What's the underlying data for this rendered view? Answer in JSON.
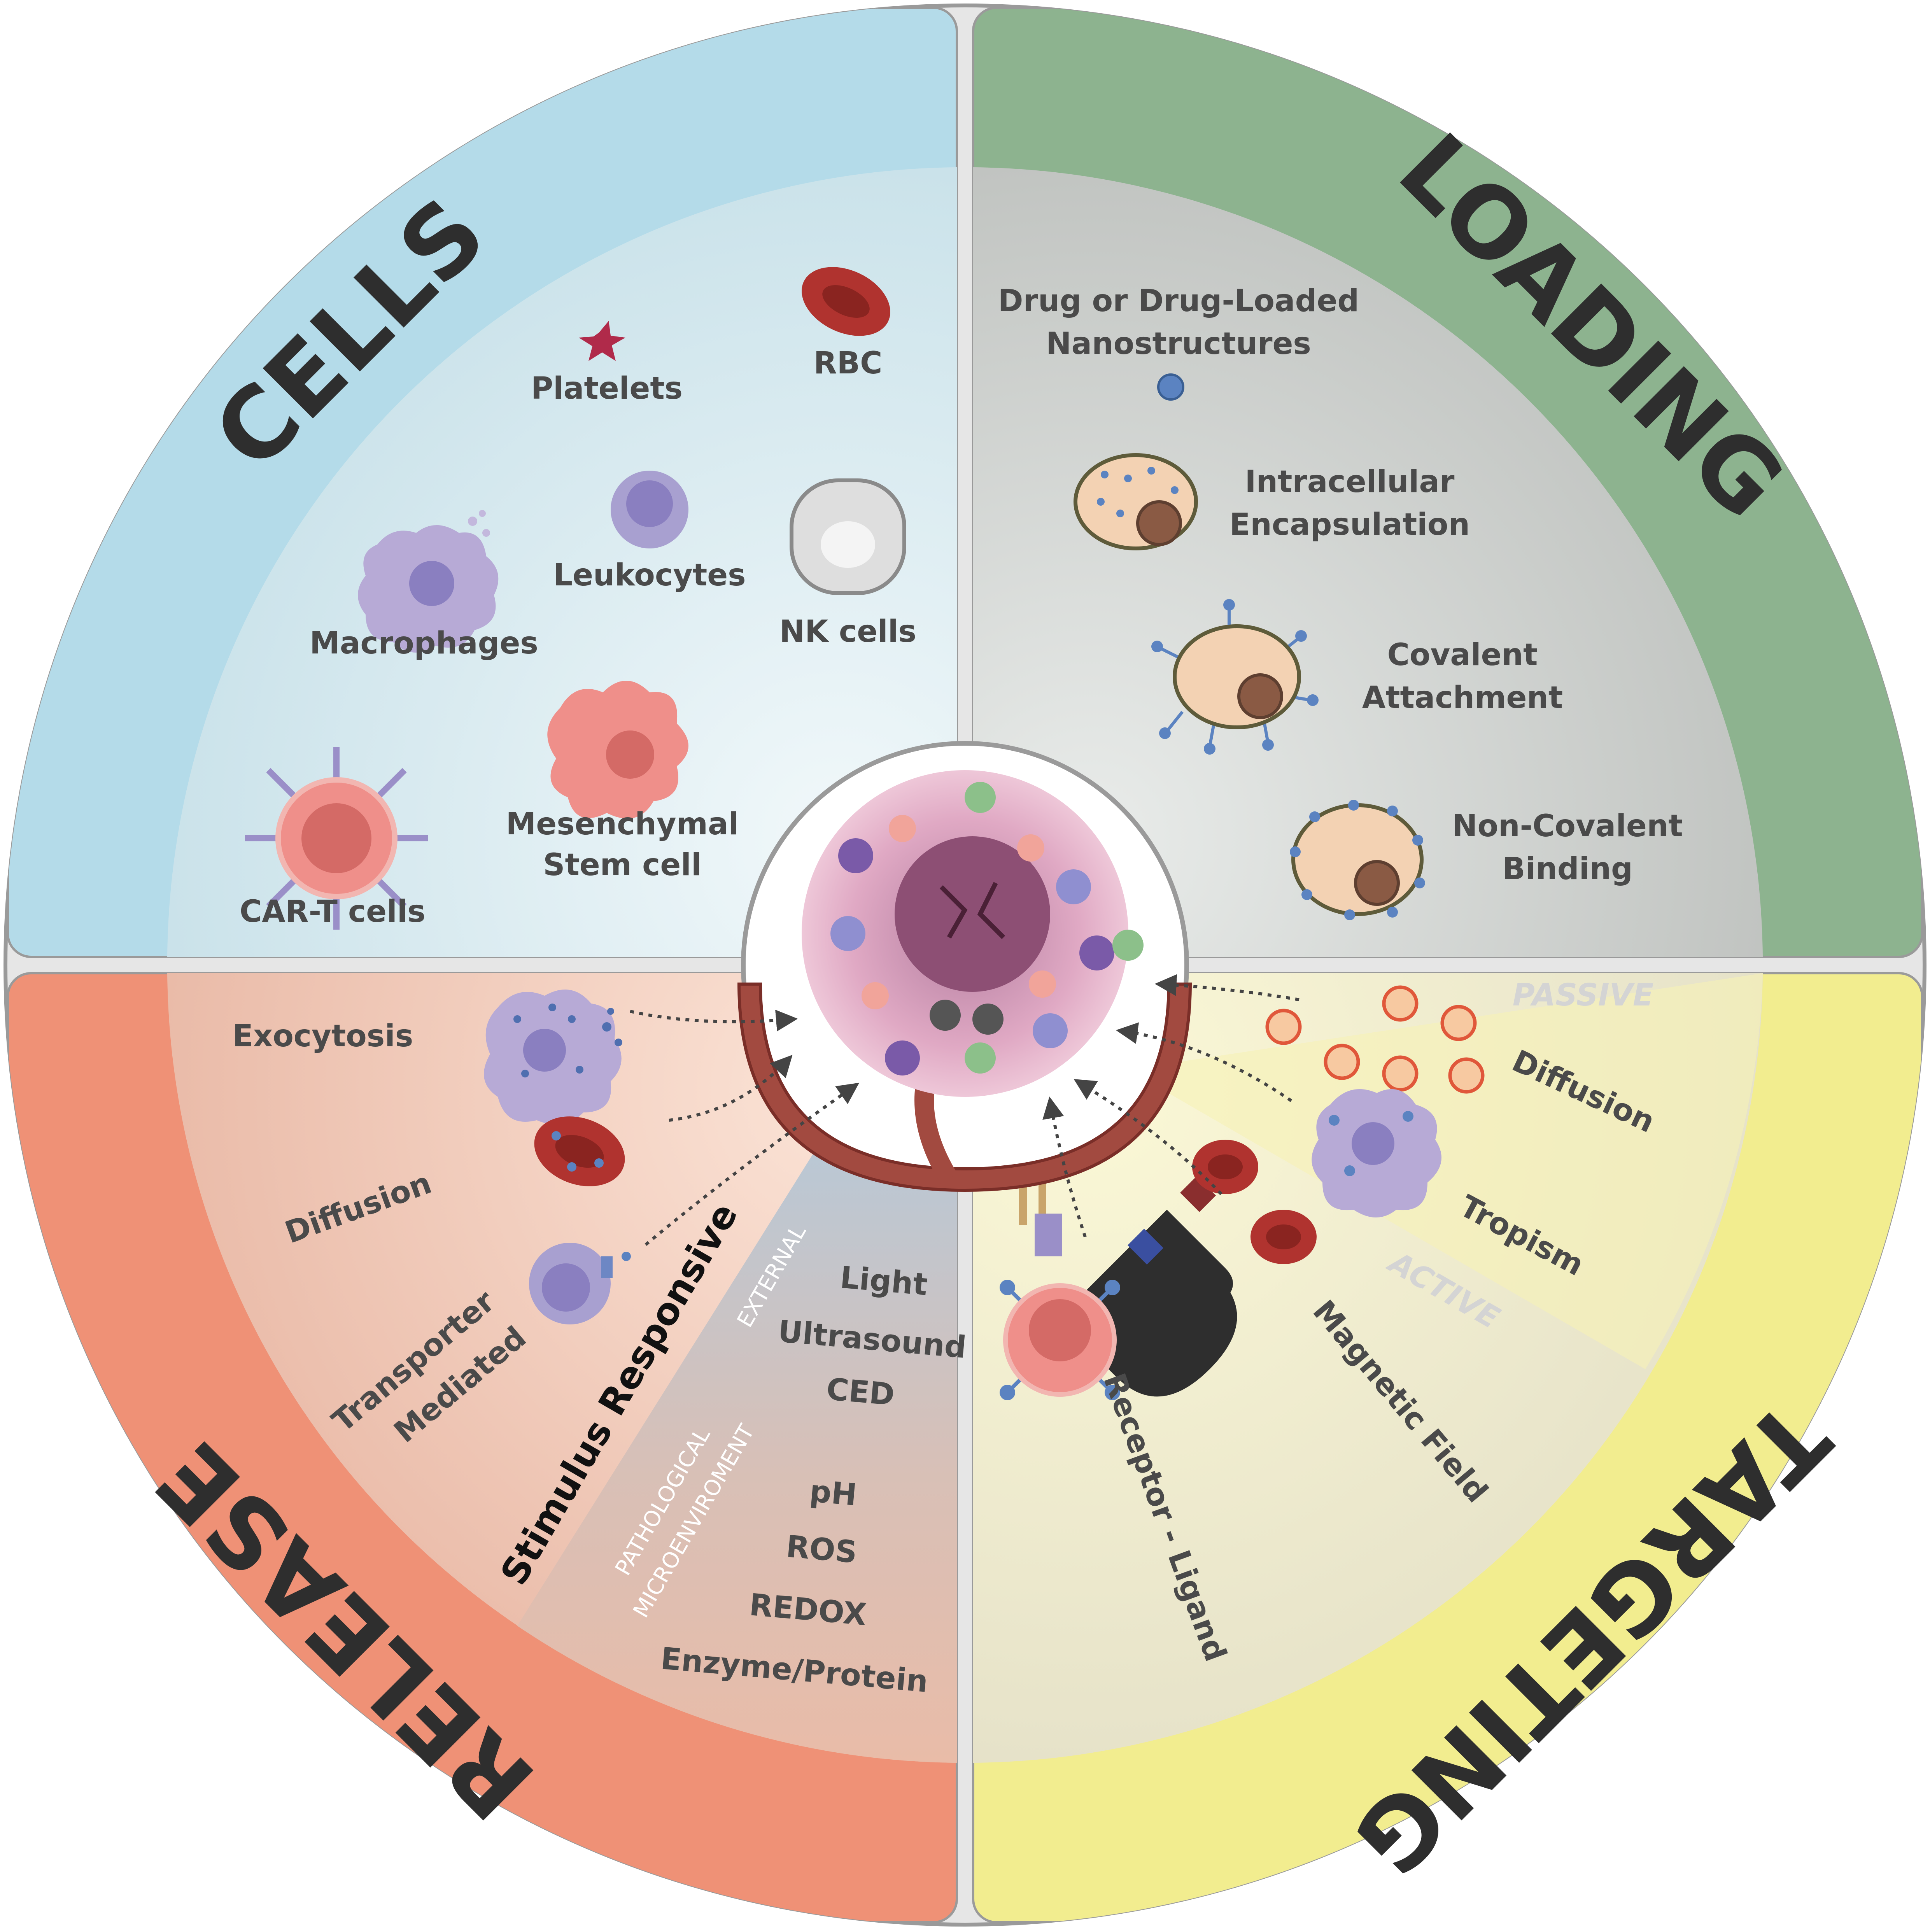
{
  "quadrants": {
    "cells": {
      "title": "CELLS",
      "items": [
        "Platelets",
        "RBC",
        "Leukocytes",
        "NK cells",
        "Macrophages",
        "Mesenchymal",
        "Stem cell",
        "CAR-T cells"
      ]
    },
    "loading": {
      "title": "LOADING",
      "items": [
        "Drug or Drug-Loaded",
        "Nanostructures",
        "Intracellular",
        "Encapsulation",
        "Covalent",
        "Attachment",
        "Non-Covalent",
        "Binding"
      ]
    },
    "release": {
      "title": "RELEASE",
      "items": [
        "Exocytosis",
        "Diffusion",
        "Transporter",
        "Mediated"
      ],
      "stimulus_title": "Stimulus Responsive",
      "external_label": "EXTERNAL",
      "external_items": [
        "Light",
        "Ultrasound",
        "CED"
      ],
      "patho_label": [
        "PATHOLOGICAL",
        "MICROENVIROMENT"
      ],
      "patho_items": [
        "pH",
        "ROS",
        "REDOX",
        "Enzyme/Protein"
      ]
    },
    "targeting": {
      "title": "TARGETING",
      "passive_label": "PASSIVE",
      "active_label": "ACTIVE",
      "items": [
        "Diffusion",
        "Tropism",
        "Magnetic Field",
        "Receptor - Ligand"
      ]
    }
  },
  "colors": {
    "cells": "#b4dbe9",
    "loading": "#8db38f",
    "release": "#ef9176",
    "targeting": "#f2ed8f",
    "background": "#e3e3e3"
  }
}
